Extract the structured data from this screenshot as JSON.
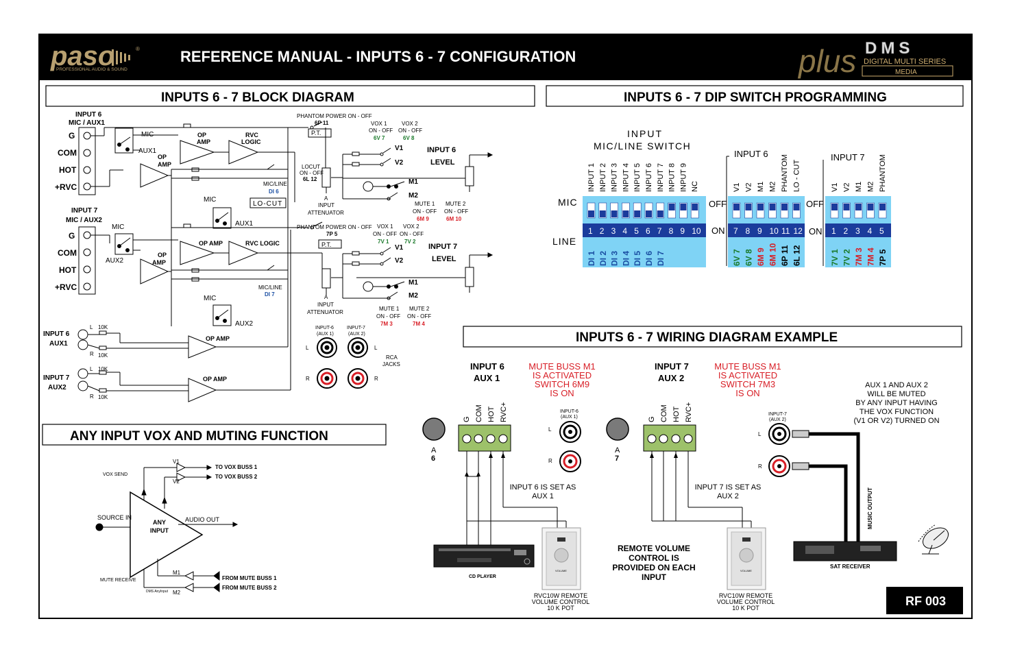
{
  "header": {
    "logo": "paso",
    "logo_sub": "PROFESSIONAL AUDIO & SOUND",
    "title": "REFERENCE MANUAL - INPUTS 6 - 7 CONFIGURATION",
    "plus": "plus",
    "dms": "DMS",
    "series": "DIGITAL MULTI SERIES",
    "media": "MEDIA"
  },
  "block_diagram": {
    "title": "INPUTS 6 - 7 BLOCK DIAGRAM",
    "in6_title_1": "INPUT 6",
    "in6_title_2": "MIC / AUX1",
    "in7_title_1": "INPUT 7",
    "in7_title_2": "MIC / AUX2",
    "term_g": "G",
    "term_com": "COM",
    "term_hot": "HOT",
    "term_rvc": "+RVC",
    "mic": "MIC",
    "aux1": "AUX1",
    "aux2": "AUX2",
    "op": "OP",
    "amp": "AMP",
    "op_amp": "OP AMP",
    "rvc": "RVC",
    "logic": "LOGIC",
    "rvc_logic": "RVC LOGIC",
    "phantom": "PHANTOM POWER ON - OFF",
    "p6_11": "6P 11",
    "p7_5": "7P 5",
    "pt": "P.T.",
    "vox1": "VOX 1",
    "vox2": "VOX 2",
    "onoff": "ON - OFF",
    "v6_7": "6V 7",
    "v6_8": "6V 8",
    "v7_1": "7V 1",
    "v7_2": "7V 2",
    "v1": "V1",
    "v2": "V2",
    "m1": "M1",
    "m2": "M2",
    "level6_1": "INPUT 6",
    "level7_1": "INPUT 7",
    "level": "LEVEL",
    "locut": "LOCUT",
    "l6_12": "6L 12",
    "lo_cut_box": "LO-CUT",
    "micline": "MIC/LINE",
    "di6": "DI 6",
    "di7": "DI 7",
    "a": "A",
    "input": "INPUT",
    "attenuator": "ATTENUATOR",
    "mute1": "MUTE 1",
    "mute2": "MUTE 2",
    "m6_9": "6M 9",
    "m6_10": "6M 10",
    "m7_3": "7M 3",
    "m7_4": "7M 4",
    "aux_in6_1": "INPUT 6",
    "aux_in6_2": "AUX1",
    "aux_in7_1": "INPUT 7",
    "aux_in7_2": "AUX2",
    "l": "L",
    "r": "R",
    "k10": "10K",
    "rca_in6": "INPUT-6",
    "rca_in6_sub": "(AUX 1)",
    "rca_in7": "INPUT-7",
    "rca_in7_sub": "(AUX 2)",
    "rca": "RCA",
    "jacks": "JACKS"
  },
  "vox_section": {
    "title": "ANY INPUT VOX AND MUTING FUNCTION",
    "vox_send": "VOX SEND",
    "v1": "V1",
    "v2": "V2",
    "to_vox1": "TO VOX BUSS 1",
    "to_vox2": "TO VOX BUSS 2",
    "source_in": "SOURCE IN",
    "any": "ANY",
    "input": "INPUT",
    "audio_out": "AUDIO OUT",
    "m1": "M1",
    "m2": "M2",
    "mute_receive": "MUTE RECEIVE",
    "dms_anyinput": "DMS AnyInput",
    "from_mute1": "FROM MUTE BUSS 1",
    "from_mute2": "FROM MUTE BUSS 2"
  },
  "dip": {
    "title": "INPUTS 6 - 7 DIP SWITCH PROGRAMMING",
    "group_title_1": "INPUT",
    "group_title_2": "MIC/LINE  SWITCH",
    "input6": "INPUT 6",
    "input7": "INPUT 7",
    "mic": "MIC",
    "line": "LINE",
    "off": "OFF",
    "on": "ON",
    "sw1_labels": [
      "INPUT 1",
      "INPUT 2",
      "INPUT 3",
      "INPUT 4",
      "INPUT 5",
      "INPUT 6",
      "INPUT 7",
      "INPUT 8",
      "INPUT 9",
      "NC"
    ],
    "sw1_numbers": [
      "1",
      "2",
      "3",
      "4",
      "5",
      "6",
      "7",
      "8",
      "9",
      "10"
    ],
    "sw1_codes": [
      "DI 1",
      "DI 2",
      "DI 3",
      "DI 4",
      "DI 5",
      "DI 6",
      "DI 7"
    ],
    "sw2_labels": [
      "V1",
      "V2",
      "M1",
      "M2",
      "PHANTOM",
      "LO - CUT"
    ],
    "sw2_numbers": [
      "7",
      "8",
      "9",
      "10",
      "11",
      "12"
    ],
    "sw2_codes": [
      "6V 7",
      "6V 8",
      "6M 9",
      "6M 10",
      "6P 11",
      "6L 12"
    ],
    "sw3_labels": [
      "V1",
      "V2",
      "M1",
      "M2",
      "PHANTOM"
    ],
    "sw3_numbers": [
      "1",
      "2",
      "3",
      "4",
      "5"
    ],
    "sw3_codes": [
      "7V 1",
      "7V 2",
      "7M 3",
      "7M 4",
      "7P 5"
    ],
    "colors": {
      "di": "#1b4fa3",
      "vox": "#1b7a2b",
      "mute": "#d81e26",
      "other": "#000000",
      "switch_bg": "#7fd3f5",
      "switch_dark": "#1b3c9c"
    }
  },
  "wiring": {
    "title": "INPUTS 6 - 7 WIRING DIAGRAM EXAMPLE",
    "in6_1": "INPUT 6",
    "in6_2": "AUX 1",
    "in7_1": "INPUT 7",
    "in7_2": "AUX 2",
    "mute6": [
      "MUTE BUSS M1",
      "IS ACTIVATED",
      "SWITCH 6M9",
      "IS ON"
    ],
    "mute7": [
      "MUTE BUSS M1",
      "IS ACTIVATED",
      "SWITCH 7M3",
      "IS ON"
    ],
    "terms": [
      "G",
      "COM",
      "HOT",
      "RVC+"
    ],
    "a": "A",
    "six": "6",
    "seven": "7",
    "in6_rca": "INPUT-6",
    "in6_rca_sub": "(AUX 1)",
    "in7_rca": "INPUT-7",
    "in7_rca_sub": "(AUX 2)",
    "l": "L",
    "r": "R",
    "set6": [
      "INPUT 6 IS SET AS",
      "AUX 1"
    ],
    "set7": [
      "INPUT 7 IS SET AS",
      "AUX 2"
    ],
    "aux_note": [
      "AUX 1 AND AUX 2",
      "WILL BE MUTED",
      "BY ANY INPUT HAVING",
      "THE VOX FUNCTION",
      "(V1 OR V2) TURNED ON"
    ],
    "remote_note": [
      "REMOTE VOLUME",
      "CONTROL IS",
      "PROVIDED ON EACH",
      "INPUT"
    ],
    "rvc": [
      "RVC10W REMOTE",
      "VOLUME CONTROL",
      "10 K POT"
    ],
    "cd_player": "CD PLAYER",
    "sat_receiver": "SAT RECEIVER",
    "music_output": "MUSIC OUTPUT",
    "volume": "VOLUME"
  },
  "footer": {
    "code": "RF 003"
  }
}
